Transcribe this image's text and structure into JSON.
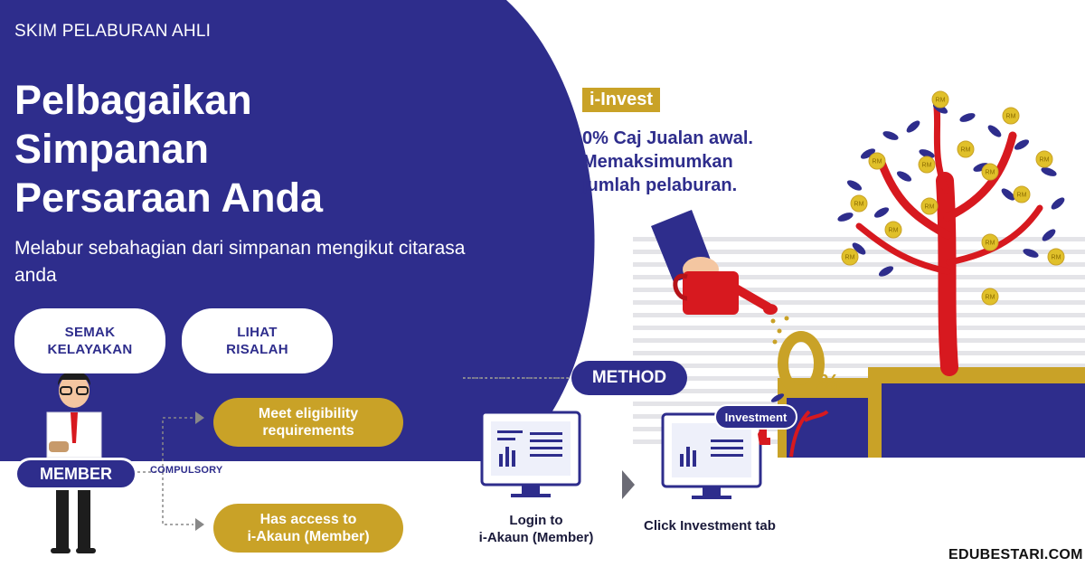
{
  "header": {
    "kicker": "SKIM PELABURAN AHLI",
    "headline_lines": [
      "Pelbagaikan",
      "Simpanan",
      "Persaraan Anda"
    ],
    "subtitle": "Melabur sebahagian dari simpanan mengikut citarasa anda"
  },
  "buttons": {
    "semak_line1": "SEMAK",
    "semak_line2": "KELAYAKAN",
    "lihat_line1": "LIHAT",
    "lihat_line2": "RISALAH"
  },
  "member_flow": {
    "member_label": "MEMBER",
    "compulsory_label": "COMPULSORY",
    "req_line1": "Meet eligibility",
    "req_line2": "requirements",
    "acc_line1": "Has access to",
    "acc_line2": "i-Akaun (Member)"
  },
  "invest": {
    "badge": "i-Invest",
    "line1": "0% Caj Jualan awal.",
    "line2": "Memaksimumkan",
    "line3": "jumlah pelaburan."
  },
  "method": {
    "label": "METHOD",
    "login_line1": "Login to",
    "login_line2": "i-Akaun (Member)",
    "click_label": "Click Investment tab",
    "investment_tab": "Investment"
  },
  "illustration": {
    "percent": "0%",
    "coin_label": "RM"
  },
  "brand": "EDUBESTARI.COM",
  "colors": {
    "navy": "#2e2d8c",
    "gold": "#c9a227",
    "red": "#d7191f",
    "white": "#ffffff"
  }
}
